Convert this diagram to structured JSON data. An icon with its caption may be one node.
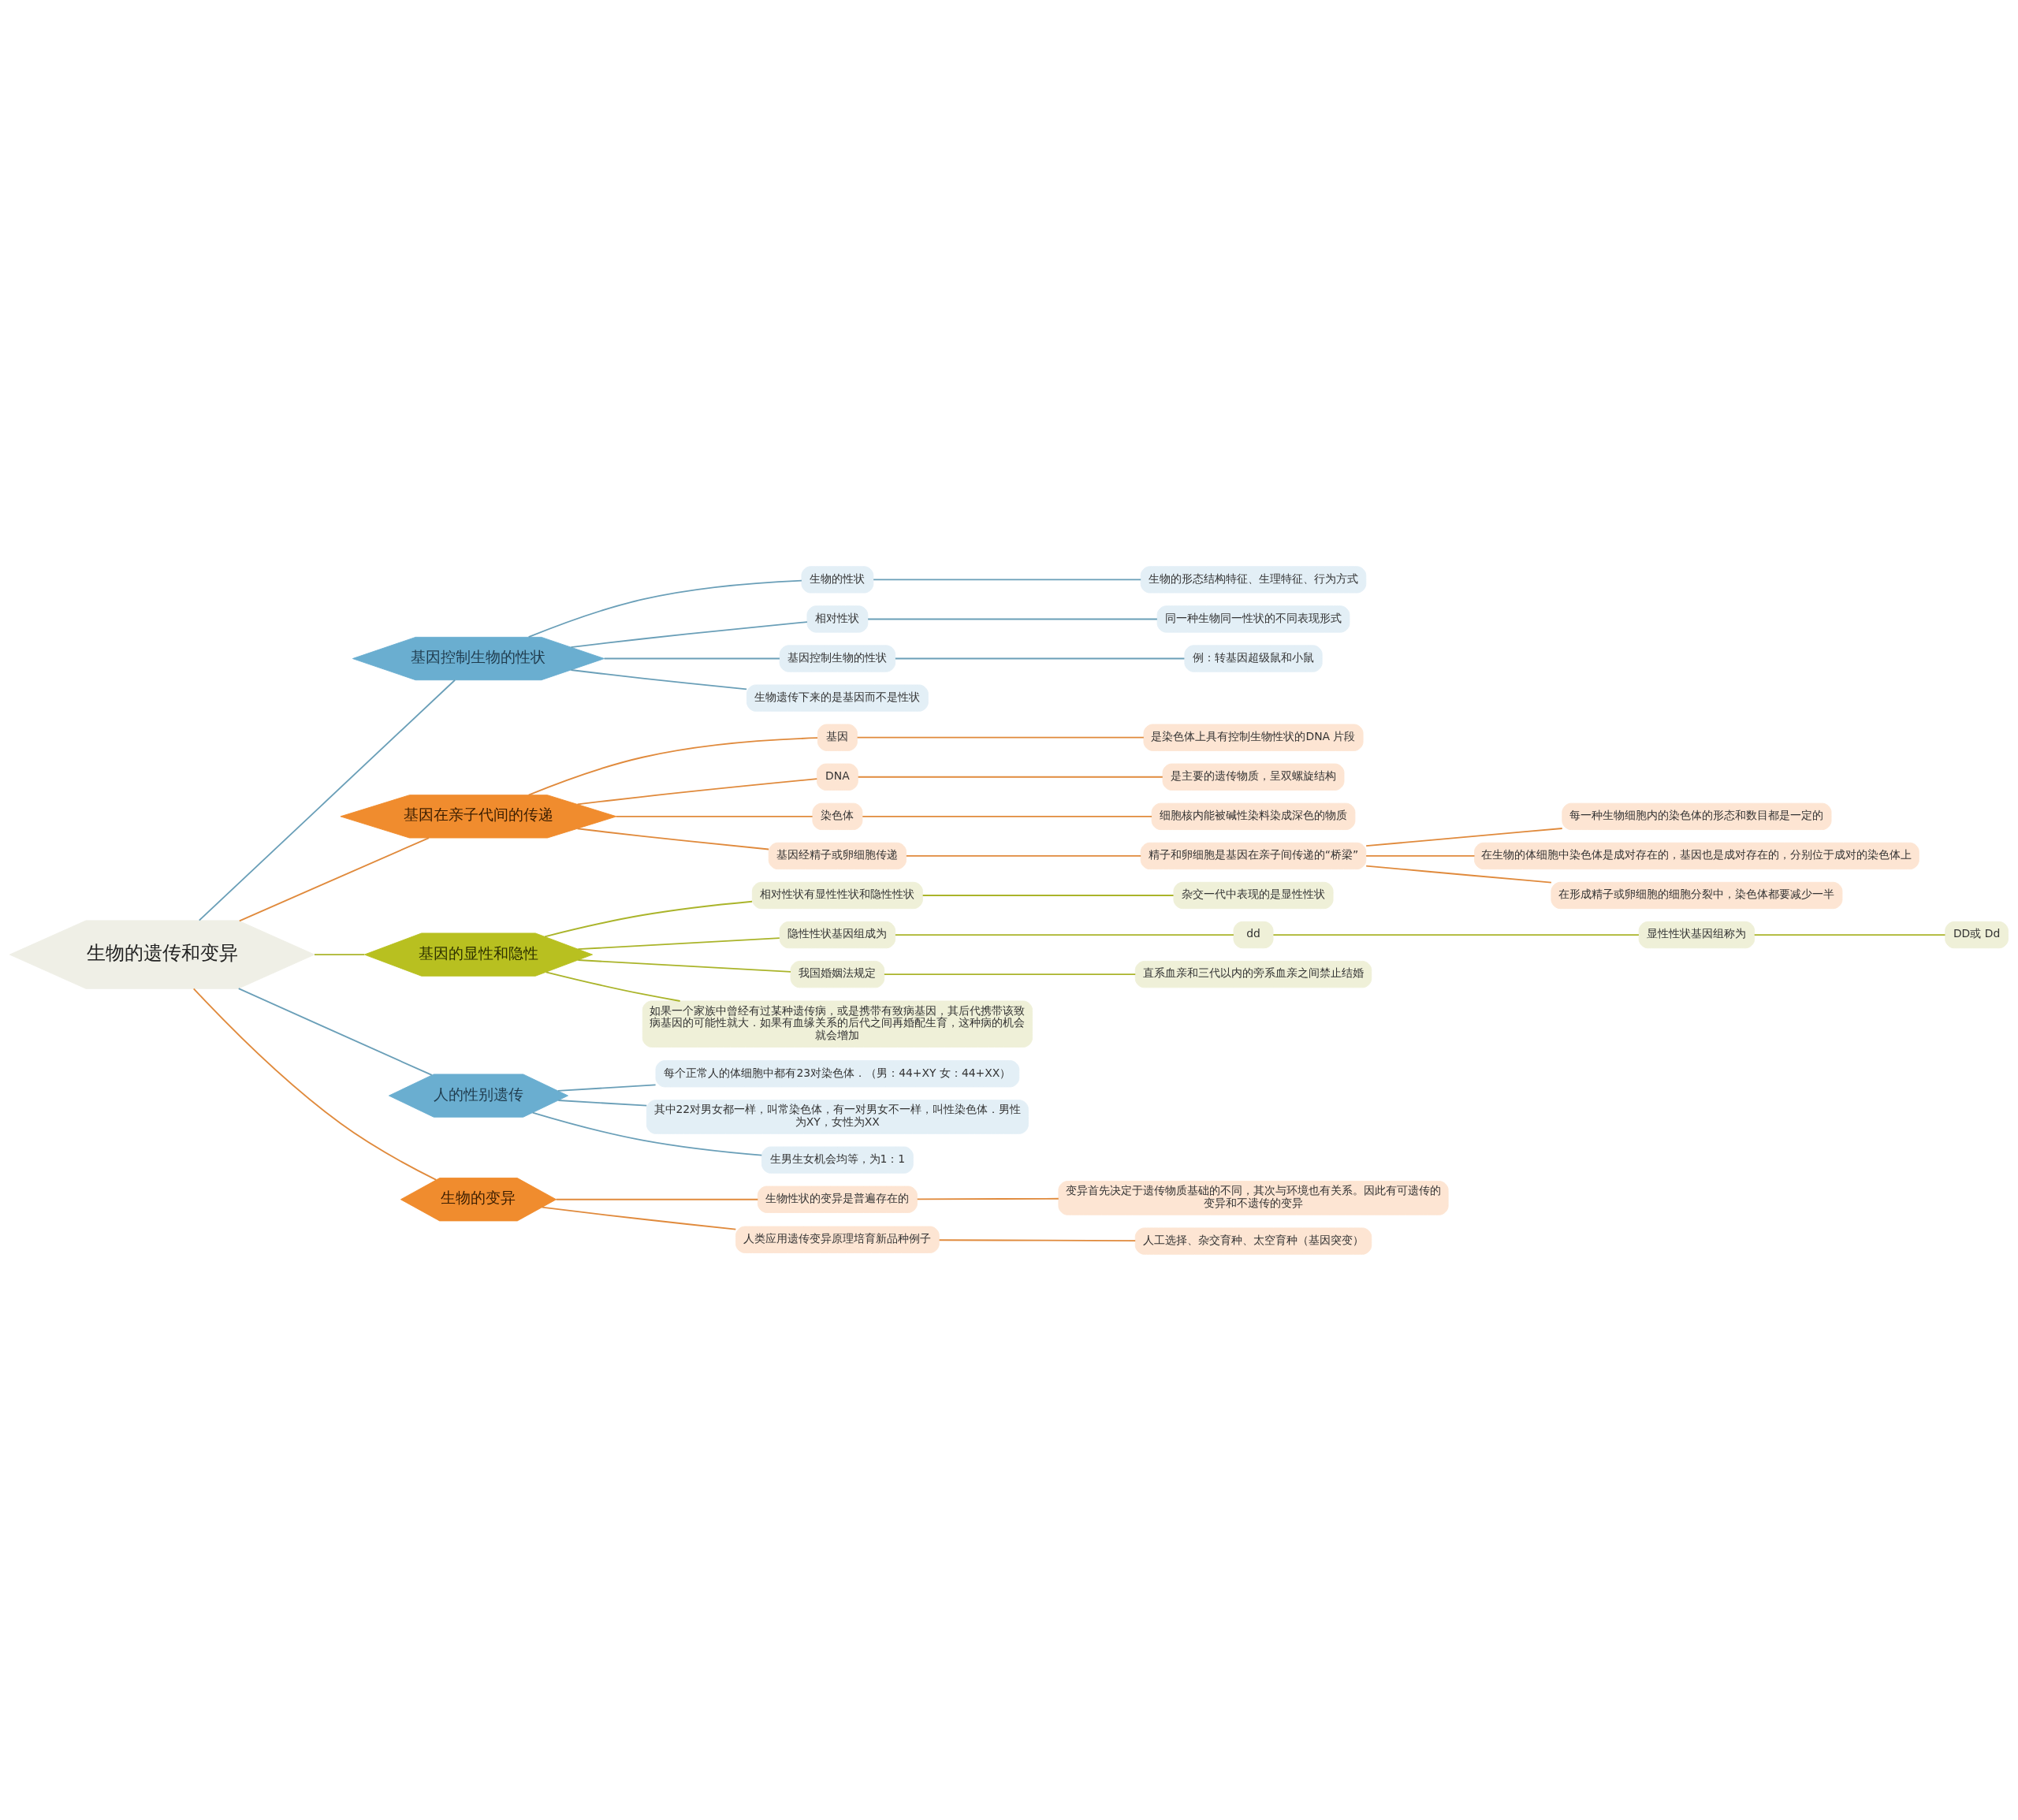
{
  "diagram": {
    "nodes": [
      {
        "text": [
          "生物的遗传和变异"
        ]
      },
      {
        "text": [
          "基因控制生物的性状"
        ]
      },
      {
        "text": [
          "生物的性状"
        ]
      },
      {
        "text": [
          "生物的形态结构特征、生理特征、行为方式"
        ]
      },
      {
        "text": [
          "相对性状"
        ]
      },
      {
        "text": [
          "同一种生物同一性状的不同表现形式"
        ]
      },
      {
        "text": [
          "基因控制生物的性状"
        ]
      },
      {
        "text": [
          "例：转基因超级鼠和小鼠"
        ]
      },
      {
        "text": [
          "生物遗传下来的是基因而不是性状"
        ]
      },
      {
        "text": [
          "基因在亲子代间的传递"
        ]
      },
      {
        "text": [
          "基因"
        ]
      },
      {
        "text": [
          "是染色体上具有控制生物性状的DNA 片段"
        ]
      },
      {
        "text": [
          "DNA"
        ]
      },
      {
        "text": [
          "是主要的遗传物质，呈双螺旋结构"
        ]
      },
      {
        "text": [
          "染色体"
        ]
      },
      {
        "text": [
          "细胞核内能被碱性染料染成深色的物质"
        ]
      },
      {
        "text": [
          "基因经精子或卵细胞传递"
        ]
      },
      {
        "text": [
          "精子和卵细胞是基因在亲子间传递的“桥梁”"
        ]
      },
      {
        "text": [
          "每一种生物细胞内的染色体的形态和数目都是一定的"
        ]
      },
      {
        "text": [
          "在生物的体细胞中染色体是成对存在的，基因也是成对存在的，分别位于成对的染色体上"
        ]
      },
      {
        "text": [
          "在形成精子或卵细胞的细胞分裂中，染色体都要减少一半"
        ]
      },
      {
        "text": [
          "基因的显性和隐性"
        ]
      },
      {
        "text": [
          "相对性状有显性性状和隐性性状"
        ]
      },
      {
        "text": [
          "杂交一代中表现的是显性性状"
        ]
      },
      {
        "text": [
          "隐性性状基因组成为"
        ]
      },
      {
        "text": [
          "dd"
        ]
      },
      {
        "text": [
          "显性性状基因组称为"
        ]
      },
      {
        "text": [
          "DD或 Dd"
        ]
      },
      {
        "text": [
          "我国婚姻法规定"
        ]
      },
      {
        "text": [
          "直系血亲和三代以内的旁系血亲之间禁止结婚"
        ]
      },
      {
        "text": [
          "如果一个家族中曾经有过某种遗传病，或是携带有致病基因，其后代携带该致病基因的可能性就大．如果有血缘关系的后代之间再婚配生育，这种病的机会就会增加"
        ]
      },
      {
        "text": [
          "人的性别遗传"
        ]
      },
      {
        "text": [
          "每个正常人的体细胞中都有23对染色体．（男：44+XY 女：44+XX）"
        ]
      },
      {
        "text": [
          "其中22对男女都一样，叫常染色体，有一对男女不一样，叫性染色体．男性为XY，女性为XX"
        ]
      },
      {
        "text": [
          "生男生女机会均等，为1：1"
        ]
      },
      {
        "text": [
          "生物的变异"
        ]
      },
      {
        "text": [
          "生物性状的变异是普遍存在的"
        ]
      },
      {
        "text": [
          "变异首先决定于遗传物质基础的不同，其次与环境也有关系。因此有可遗传的变异和不遗传的变异"
        ]
      },
      {
        "text": [
          "人类应用遗传变异原理培育新品种例子"
        ]
      },
      {
        "text": [
          "人工选择、杂交育种、太空育种（基因突变）"
        ]
      }
    ],
    "edges": [
      {
        "from": 0,
        "to": 1,
        "arrow": "none",
        "color": "#6a9fb8"
      },
      {
        "from": 1,
        "to": 2,
        "arrow": "none",
        "color": "#6a9fb8"
      },
      {
        "from": 2,
        "to": 3,
        "arrow": "none",
        "color": "#6a9fb8"
      },
      {
        "from": 1,
        "to": 4,
        "arrow": "none",
        "color": "#6a9fb8"
      },
      {
        "from": 4,
        "to": 5,
        "arrow": "none",
        "color": "#6a9fb8"
      },
      {
        "from": 1,
        "to": 6,
        "arrow": "none",
        "color": "#6a9fb8"
      },
      {
        "from": 6,
        "to": 7,
        "arrow": "none",
        "color": "#6a9fb8"
      },
      {
        "from": 1,
        "to": 8,
        "arrow": "none",
        "color": "#6a9fb8"
      },
      {
        "from": 0,
        "to": 9,
        "arrow": "none"
      },
      {
        "from": 9,
        "to": 10,
        "arrow": "none"
      },
      {
        "from": 10,
        "to": 11,
        "arrow": "none"
      },
      {
        "from": 9,
        "to": 12,
        "arrow": "none"
      },
      {
        "from": 12,
        "to": 13,
        "arrow": "none"
      },
      {
        "from": 9,
        "to": 14,
        "arrow": "none"
      },
      {
        "from": 14,
        "to": 15,
        "arrow": "none"
      },
      {
        "from": 9,
        "to": 16,
        "arrow": "none"
      },
      {
        "from": 16,
        "to": 17,
        "arrow": "none"
      },
      {
        "from": 17,
        "to": 18,
        "arrow": "none"
      },
      {
        "from": 17,
        "to": 19,
        "arrow": "none"
      },
      {
        "from": 17,
        "to": 20,
        "arrow": "none"
      },
      {
        "from": 0,
        "to": 21,
        "arrow": "none",
        "color": "#aab42a"
      },
      {
        "from": 21,
        "to": 22,
        "arrow": "none",
        "color": "#aab42a"
      },
      {
        "from": 22,
        "to": 23,
        "arrow": "none",
        "color": "#aab42a"
      },
      {
        "from": 21,
        "to": 24,
        "arrow": "none",
        "color": "#aab42a"
      },
      {
        "from": 24,
        "to": 25,
        "arrow": "none",
        "color": "#aab42a"
      },
      {
        "from": 25,
        "to": 26,
        "arrow": "none",
        "color": "#aab42a"
      },
      {
        "from": 26,
        "to": 27,
        "arrow": "none",
        "color": "#aab42a"
      },
      {
        "from": 21,
        "to": 28,
        "arrow": "none",
        "color": "#aab42a"
      },
      {
        "from": 28,
        "to": 29,
        "arrow": "none",
        "color": "#aab42a"
      },
      {
        "from": 21,
        "to": 30,
        "arrow": "none",
        "color": "#aab42a"
      },
      {
        "from": 0,
        "to": 31,
        "arrow": "none",
        "color": "#6a9fb8"
      },
      {
        "from": 31,
        "to": 32,
        "arrow": "none",
        "color": "#6a9fb8"
      },
      {
        "from": 31,
        "to": 33,
        "arrow": "none",
        "color": "#6a9fb8"
      },
      {
        "from": 31,
        "to": 34,
        "arrow": "none",
        "color": "#6a9fb8"
      },
      {
        "from": 0,
        "to": 35,
        "arrow": "none"
      },
      {
        "from": 35,
        "to": 36,
        "arrow": "none"
      },
      {
        "from": 36,
        "to": 37,
        "arrow": "none"
      },
      {
        "from": 35,
        "to": 38,
        "arrow": "none"
      },
      {
        "from": 38,
        "to": 39,
        "arrow": "none"
      }
    ]
  }
}
